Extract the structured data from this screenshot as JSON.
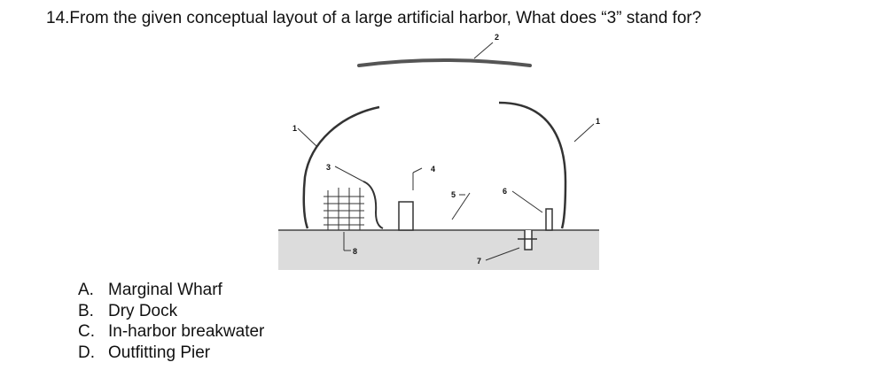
{
  "question": {
    "text": "14.From the given conceptual layout of a large artificial harbor, What does “3” stand for?"
  },
  "diagram": {
    "labels": {
      "l1_left": "1",
      "l1_right": "1",
      "l2": "2",
      "l3": "3",
      "l4": "4",
      "l5": "5",
      "l6": "6",
      "l7": "7",
      "l8": "8"
    }
  },
  "options": [
    {
      "letter": "A.",
      "text": "Marginal Wharf"
    },
    {
      "letter": "B.",
      "text": "Dry Dock"
    },
    {
      "letter": "C.",
      "text": "In-harbor breakwater"
    },
    {
      "letter": "D.",
      "text": "Outfitting Pier"
    }
  ]
}
